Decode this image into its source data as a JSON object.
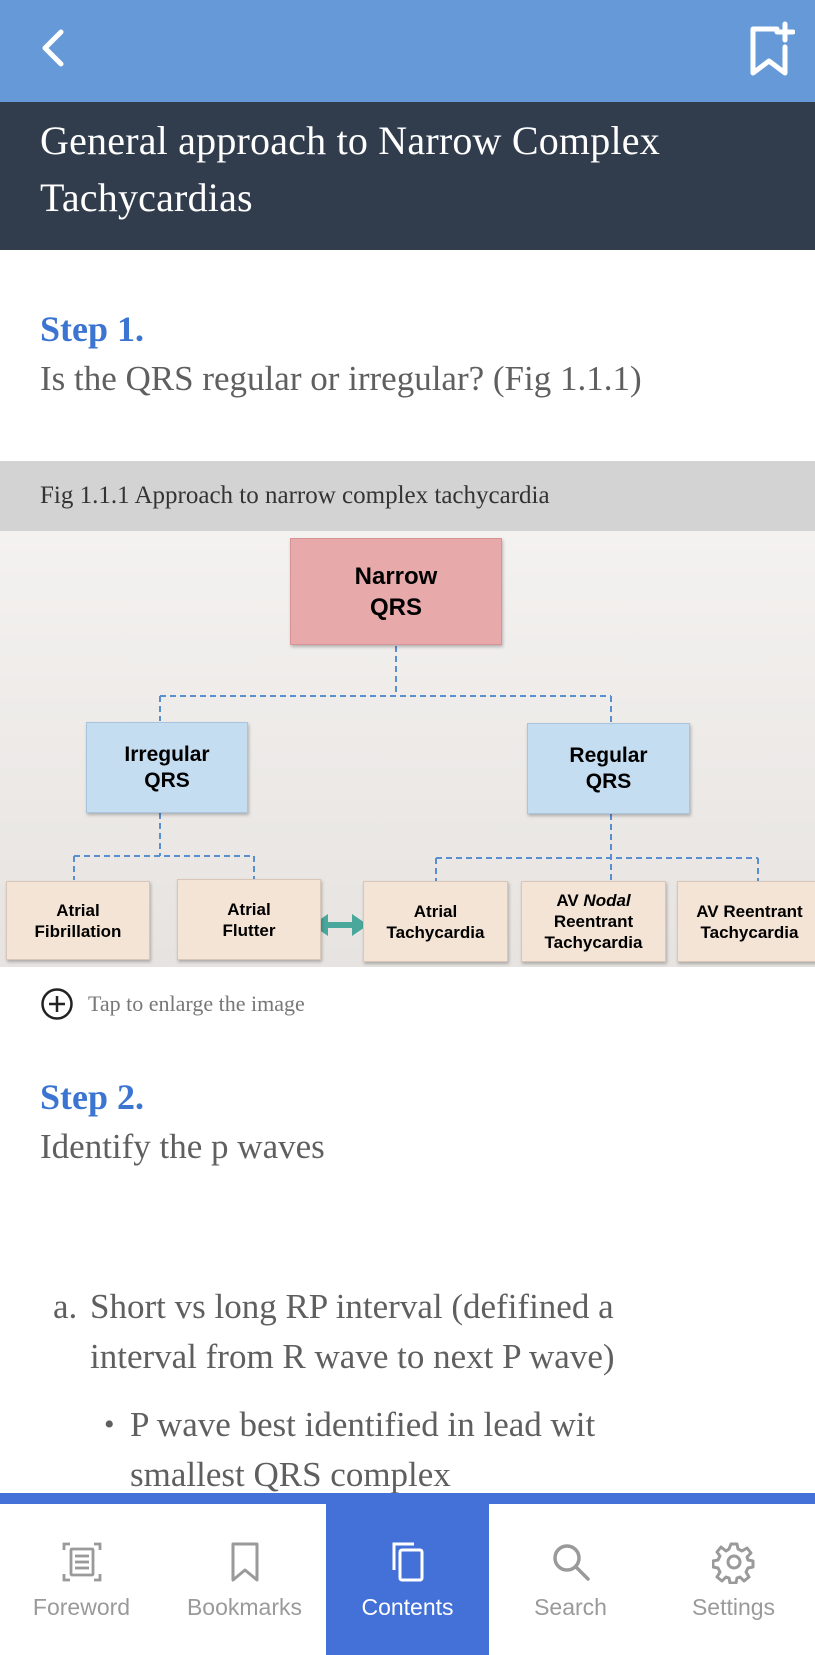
{
  "page": {
    "title": "General approach to Narrow Complex Tachycardias"
  },
  "step1": {
    "title": "Step 1.",
    "text": "Is the QRS regular or irregular? (Fig 1.1.1)"
  },
  "figure": {
    "caption": "Fig 1.1.1 Approach to narrow complex tachycardia",
    "enlarge_hint": "Tap to enlarge the image",
    "nodes": {
      "root": "Narrow\nQRS",
      "irregular": "Irregular\nQRS",
      "regular": "Regular\nQRS",
      "afib": "Atrial\nFibrillation",
      "aflutter": "Atrial\nFlutter",
      "atach": "Atrial\nTachycardia",
      "avnrt_1": "AV ",
      "avnrt_2": "Nodal",
      "avnrt_3": "Reentrant\nTachycardia",
      "avrt": "AV Reentrant\nTachycardia"
    },
    "colors": {
      "root": "#e7a9aa",
      "mid": "#c4ddf0",
      "leaf": "#f4e4d6",
      "connector": "#5a8fcf",
      "arrow": "#4aa79b"
    }
  },
  "step2": {
    "title": "Step 2.",
    "text": "Identify the p waves"
  },
  "list": {
    "a_marker": "a.",
    "a_line1": "Short vs long RP interval (defifined a",
    "a_line2": "interval from R wave to next P wave)",
    "b_marker": "•",
    "b_line1": "P wave best identified in lead wit",
    "b_line2": "smallest QRS complex"
  },
  "tabs": [
    {
      "label": "Foreword",
      "icon": "foreword-icon",
      "active": false
    },
    {
      "label": "Bookmarks",
      "icon": "bookmark-icon",
      "active": false
    },
    {
      "label": "Contents",
      "icon": "contents-icon",
      "active": true
    },
    {
      "label": "Search",
      "icon": "search-icon",
      "active": false
    },
    {
      "label": "Settings",
      "icon": "gear-icon",
      "active": false
    }
  ],
  "theme": {
    "topbar": "#6699d8",
    "title_band": "#313c4c",
    "accent": "#4471d7",
    "step_title": "#3b74d1"
  }
}
